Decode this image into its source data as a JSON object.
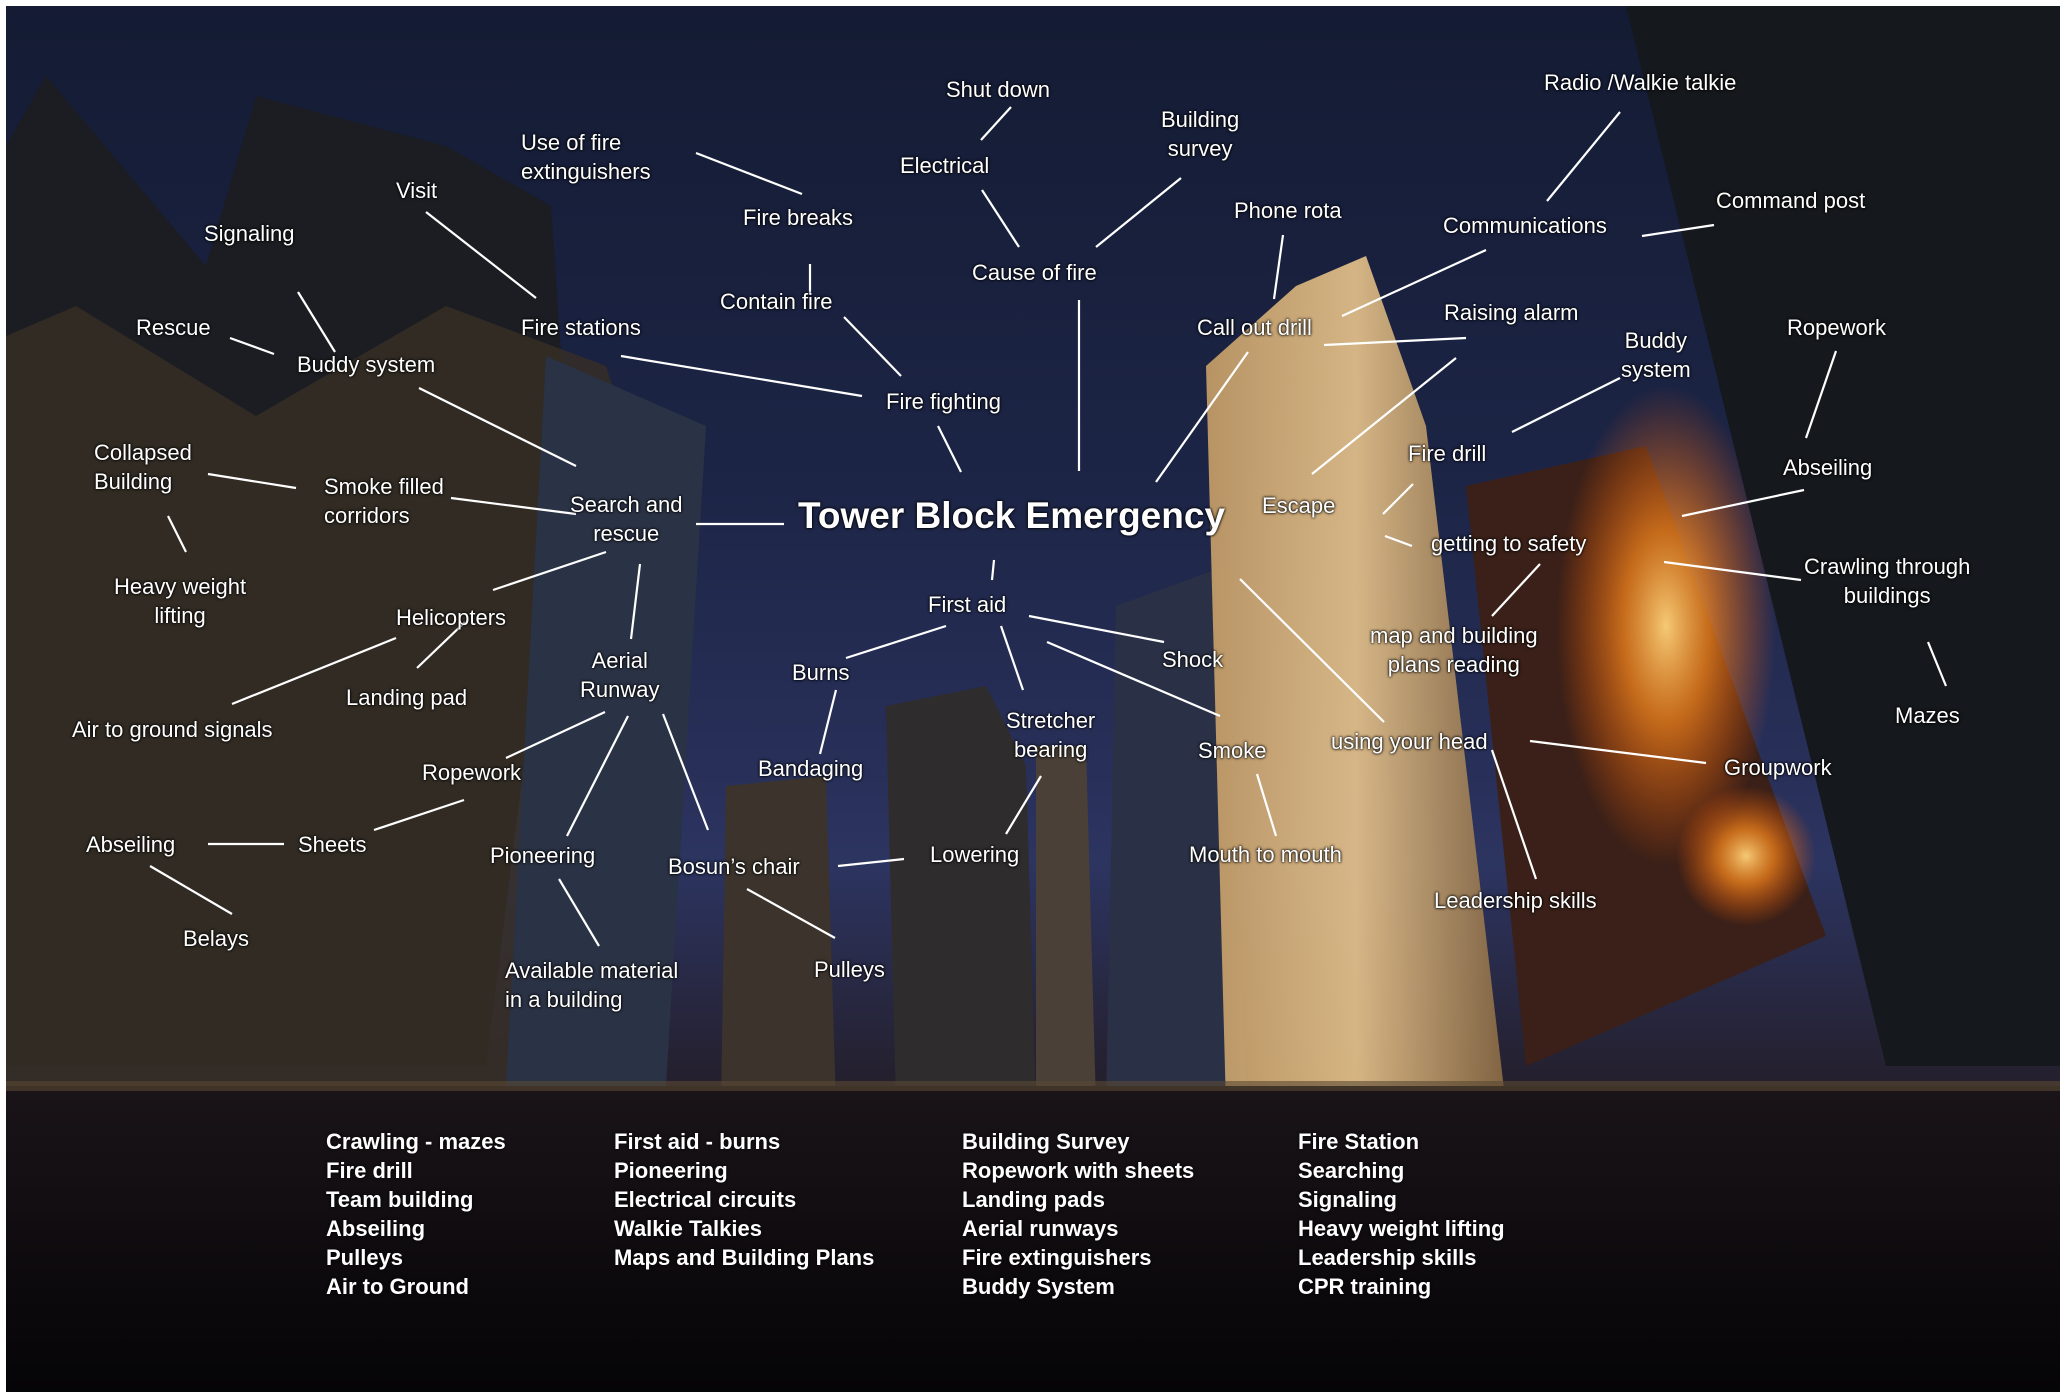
{
  "center": "Tower Block Emergency",
  "nodes": {
    "search_rescue": "Search and\nrescue",
    "buddy_system_left": "Buddy system",
    "signaling": "Signaling",
    "rescue": "Rescue",
    "visit": "Visit",
    "fire_stations": "Fire stations",
    "use_fire_ext": "Use of fire\nextinguishers",
    "smoke_corridors": "Smoke filled\ncorridors",
    "collapsed_building": "Collapsed\nBuilding",
    "heavy_weight": "Heavy weight\nlifting",
    "helicopters": "Helicopters",
    "landing_pad": "Landing pad",
    "air_ground_signals": "Air to ground signals",
    "aerial_runway": "Aerial\nRunway",
    "ropework_left": "Ropework",
    "sheets": "Sheets",
    "abseiling_left": "Abseiling",
    "belays": "Belays",
    "pioneering": "Pioneering",
    "available_material": "Available material\nin a building",
    "bosuns_chair": "Bosun’s chair",
    "pulleys": "Pulleys",
    "fire_fighting": "Fire fighting",
    "contain_fire": "Contain fire",
    "fire_breaks": "Fire breaks",
    "cause_of_fire": "Cause of fire",
    "electrical": "Electrical",
    "shut_down": "Shut down",
    "building_survey": "Building\nsurvey",
    "first_aid": "First aid",
    "burns": "Burns",
    "bandaging": "Bandaging",
    "stretcher": "Stretcher\nbearing",
    "lowering": "Lowering",
    "shock": "Shock",
    "smoke": "Smoke",
    "mouth_to_mouth": "Mouth to mouth",
    "call_out_drill": "Call out drill",
    "phone_rota": "Phone rota",
    "communications": "Communications",
    "radio": "Radio /Walkie talkie",
    "command_post": "Command post",
    "raising_alarm": "Raising alarm",
    "escape": "Escape",
    "fire_drill": "Fire drill",
    "buddy_system_right": "Buddy\nsystem",
    "getting_safety": "getting to safety",
    "map_reading": "map and building\nplans reading",
    "using_head": "using your head",
    "groupwork": "Groupwork",
    "leadership": "Leadership skills",
    "ropework_right": "Ropework",
    "abseiling_right": "Abseiling",
    "crawling": "Crawling through\nbuildings",
    "mazes": "Mazes"
  },
  "notes": {
    "col1": "Crawling - mazes\nFire drill\nTeam building\nAbseiling\nPulleys\nAir to Ground",
    "col2": "First aid - burns\nPioneering\nElectrical circuits\nWalkie Talkies\nMaps and Building Plans",
    "col3": "Building Survey\nRopework with sheets\nLanding pads\nAerial runways\nFire extinguishers\nBuddy System",
    "col4": "Fire Station\nSearching\nSignaling\nHeavy weight lifting\nLeadership skills\nCPR training"
  }
}
